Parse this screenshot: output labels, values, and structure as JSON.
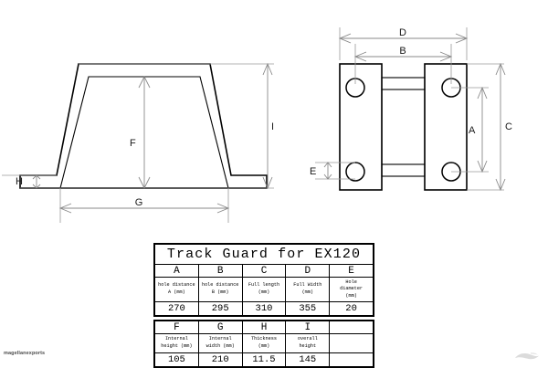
{
  "drawing": {
    "front_view": {
      "dimension_labels": [
        {
          "id": "F",
          "label": "F"
        },
        {
          "id": "G",
          "label": "G"
        },
        {
          "id": "H",
          "label": "H"
        },
        {
          "id": "I",
          "label": "I"
        }
      ]
    },
    "plan_view": {
      "dimension_labels": [
        {
          "id": "A",
          "label": "A"
        },
        {
          "id": "B",
          "label": "B"
        },
        {
          "id": "C",
          "label": "C"
        },
        {
          "id": "D",
          "label": "D"
        },
        {
          "id": "E",
          "label": "E"
        }
      ]
    }
  },
  "spec_table": {
    "title": "Track Guard for EX120",
    "row1": {
      "letters": [
        "A",
        "B",
        "C",
        "D",
        "E"
      ],
      "descriptions": [
        "hole distance\nA (mm)",
        "hole distance\nB (mm)",
        "Full length\n(mm)",
        "Full Width\n(mm)",
        "Hole\ndiameter\n(mm)"
      ],
      "values": [
        "270",
        "295",
        "310",
        "355",
        "20"
      ]
    },
    "row2": {
      "letters": [
        "F",
        "G",
        "H",
        "I",
        ""
      ],
      "descriptions": [
        "Internal\nheight (mm)",
        "Internal\nwidth (mm)",
        "Thickness\n(mm)",
        "overall\nheight",
        ""
      ],
      "values": [
        "105",
        "210",
        "11.5",
        "145",
        ""
      ]
    }
  },
  "watermark": {
    "text": "magellanexports"
  },
  "colors": {
    "outline": "#000000",
    "dimension": "#8a8a8a",
    "background": "#ffffff"
  }
}
